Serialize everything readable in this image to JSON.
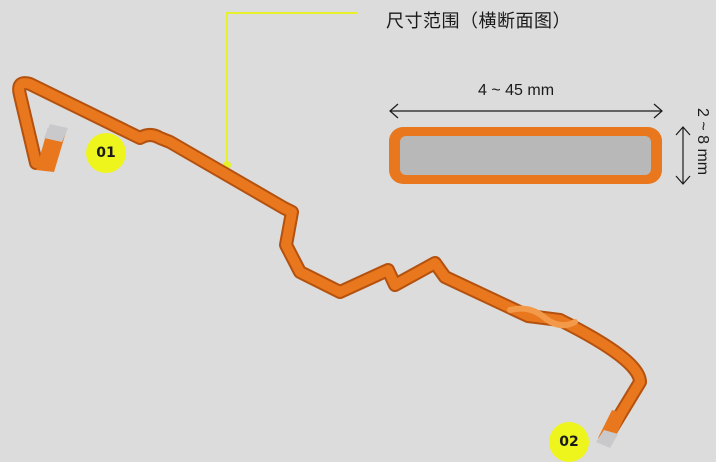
{
  "title": "尺寸范围（横断面图）",
  "cross_section": {
    "width_label": "4 ~ 45 mm",
    "height_label": "2 ~ 8 mm"
  },
  "markers": [
    {
      "label": "01"
    },
    {
      "label": "02"
    }
  ],
  "colors": {
    "background": "#dcdcdc",
    "busbar": "#e8771e",
    "busbar_edge": "#b4510e",
    "core": "#b8b8b8",
    "terminal": "#c9c9cc",
    "callout": "#e6f12a"
  }
}
